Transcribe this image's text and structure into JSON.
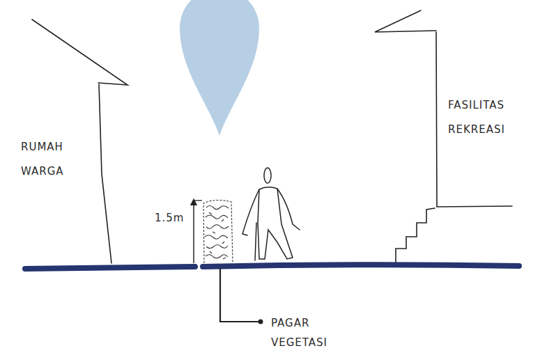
{
  "diagram": {
    "labels": [
      "RUMAH WARGA",
      "FASILITAS REKREASI",
      "1.5m",
      "PAGAR VEGETASI"
    ]
  }
}
